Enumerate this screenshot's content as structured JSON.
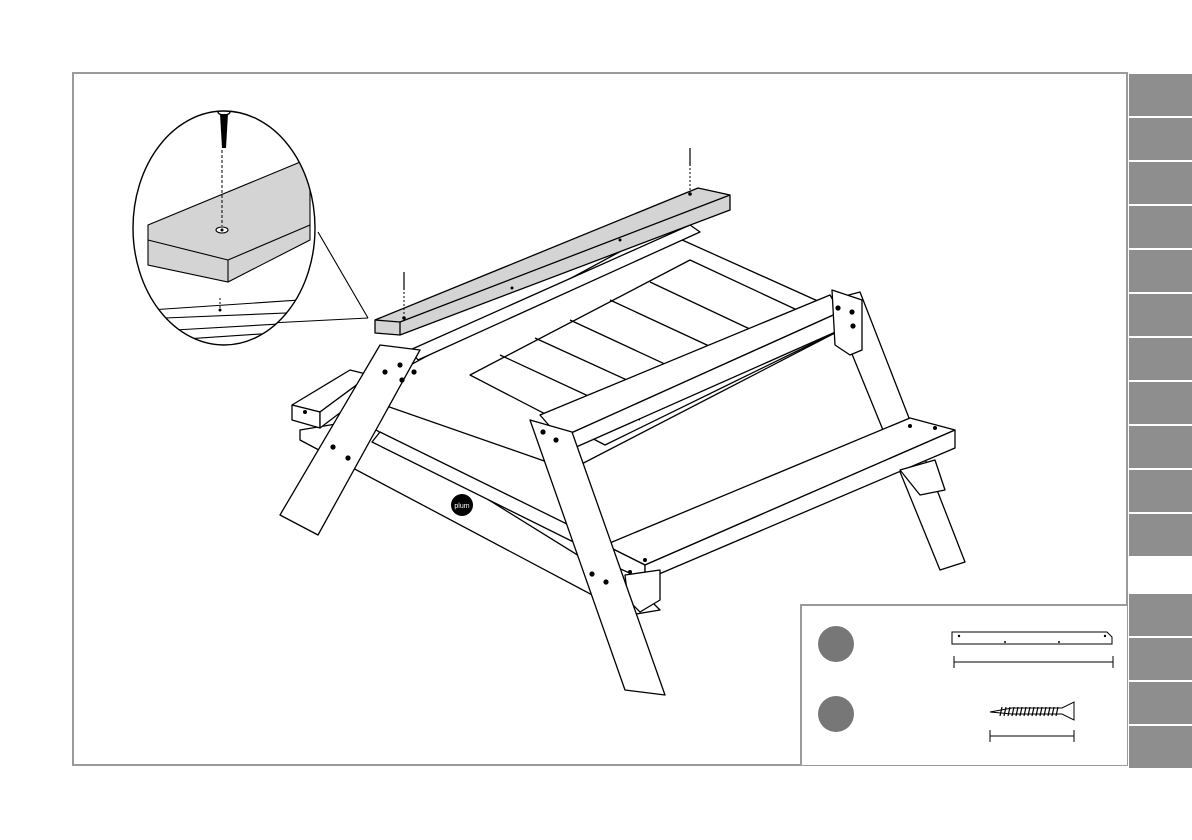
{
  "brand": {
    "logo_text": "plum"
  },
  "side_tabs": {
    "top_count": 11,
    "bottom_count": 4,
    "color": "#8e8e8e"
  },
  "parts_legend": {
    "badge_color": "#777777",
    "items": [
      {
        "icon": "bench-board-icon"
      },
      {
        "icon": "wood-screw-icon"
      }
    ]
  },
  "colors": {
    "frame": "#9a9a9a",
    "highlight_board": "#d4d4d4",
    "line": "#000000"
  }
}
